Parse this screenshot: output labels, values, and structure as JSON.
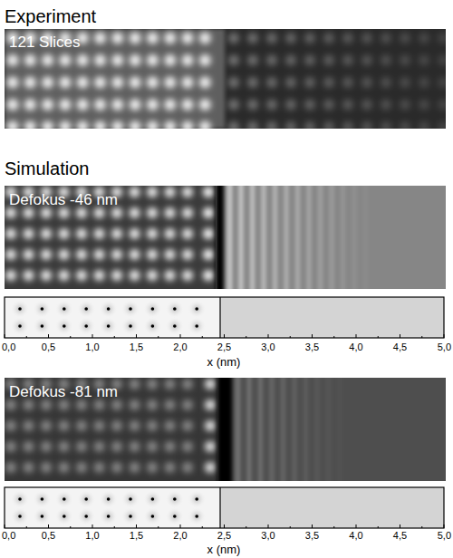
{
  "diagram": {
    "labels": [
      "Experiment",
      "121 Slices",
      "Simulation",
      "Defokus -46 nm",
      "0,0",
      "0,5",
      "1,0",
      "1,5",
      "2,0",
      "2,5",
      "3,0",
      "3,5",
      "4,0",
      "4,5",
      "5,0",
      "x (nm)",
      "Defokus -81 nm",
      "0,0",
      "0,5",
      "1,0",
      "1,5",
      "2,0",
      "2,5",
      "3,0",
      "3,5",
      "4,0",
      "4,5",
      "5,0",
      "x (nm)"
    ]
  }
}
